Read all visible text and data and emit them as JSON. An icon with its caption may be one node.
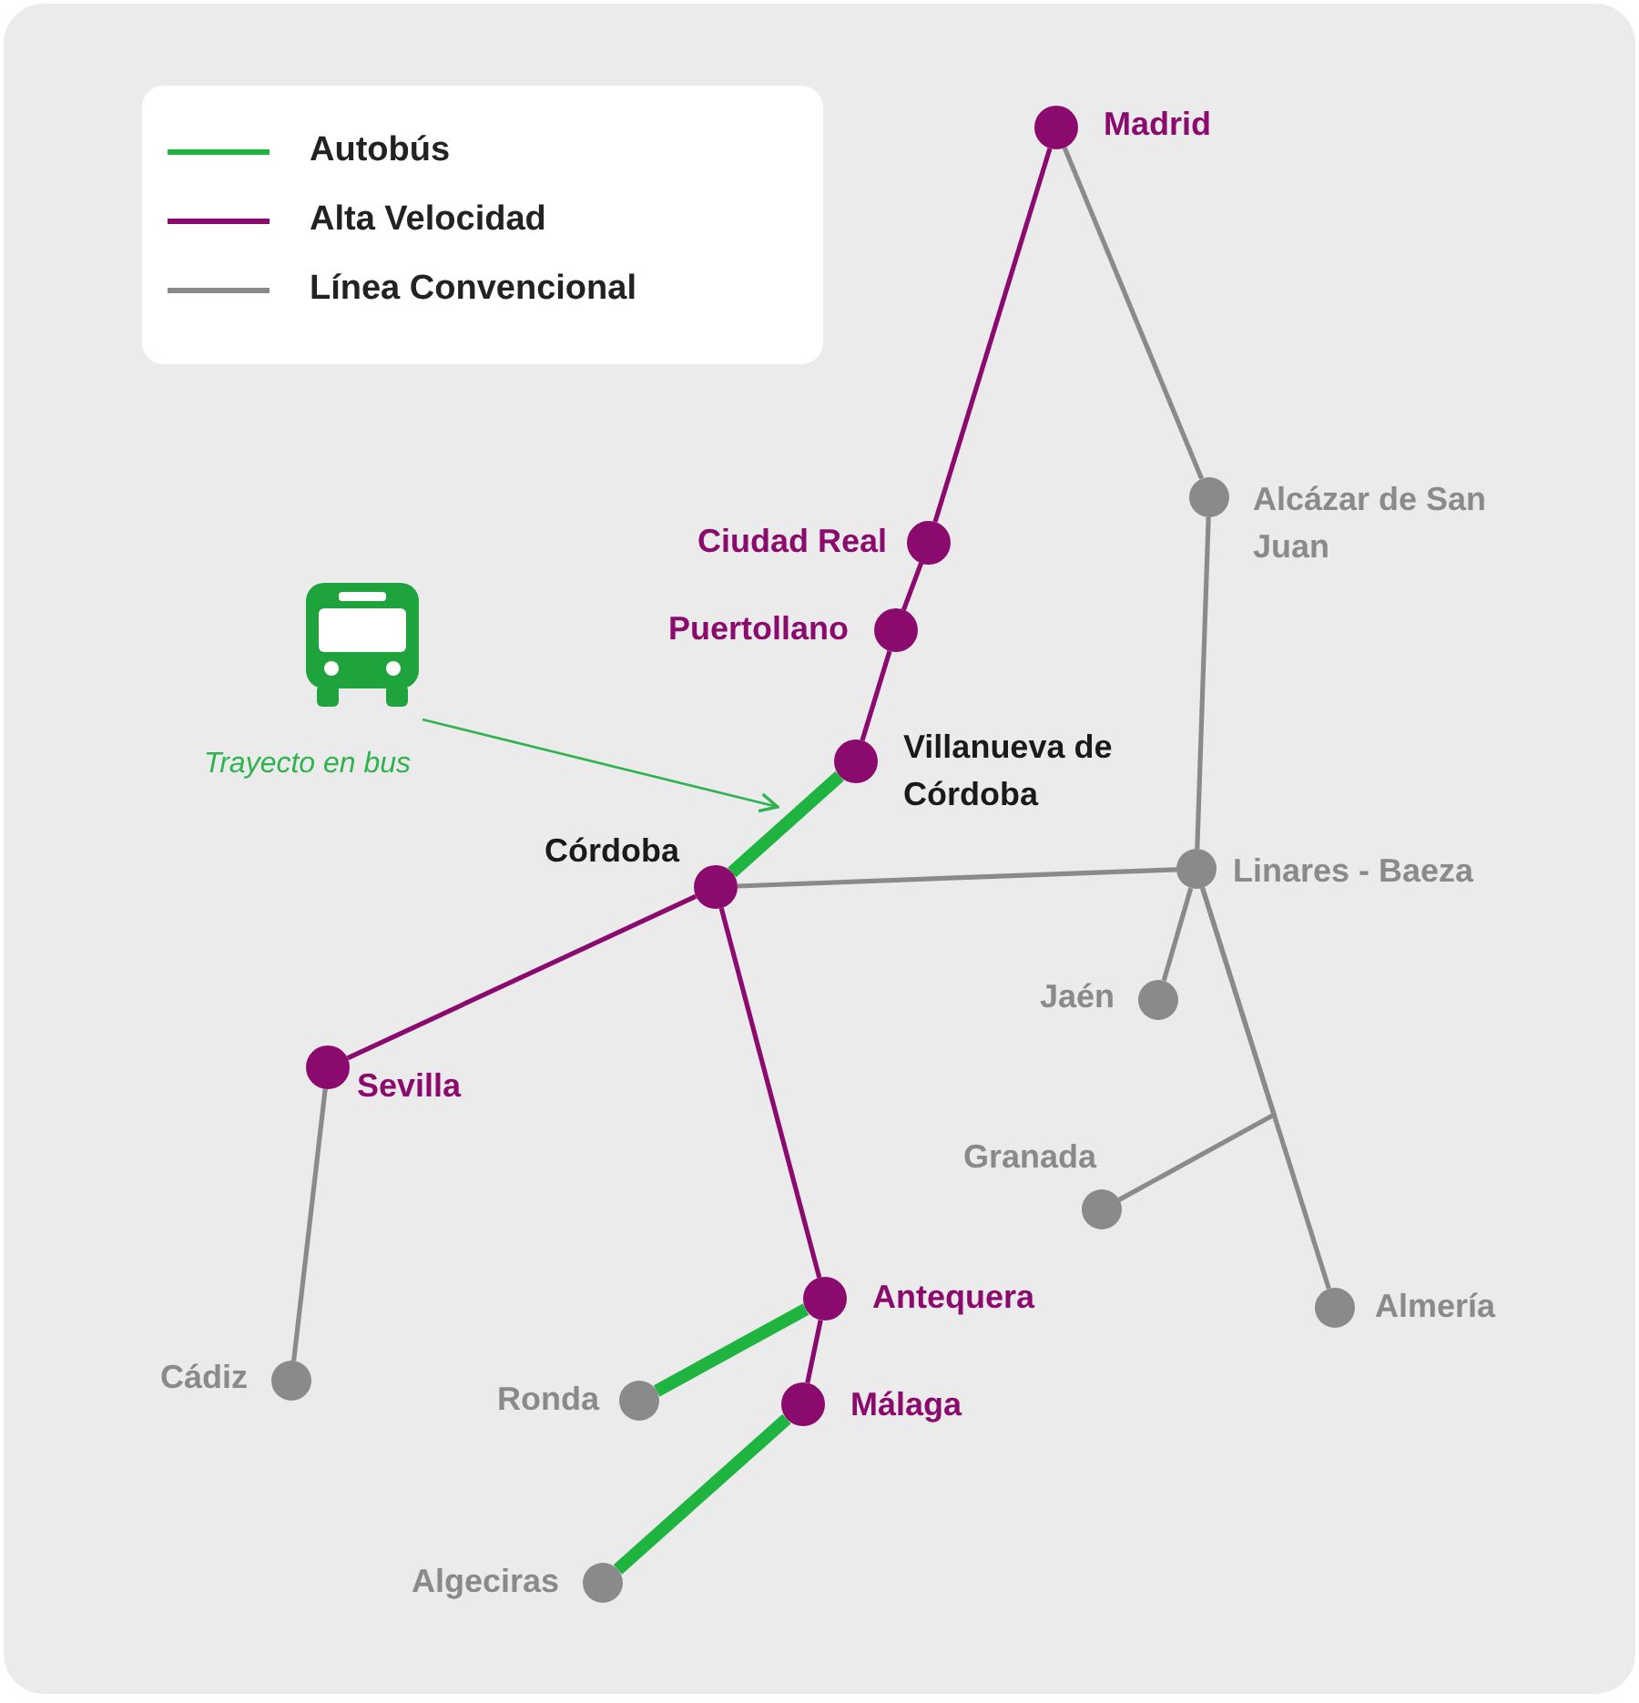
{
  "diagram": {
    "nodes": [
      {
        "text": [],
        "shape": "circle",
        "beside": [
          "Madrid"
        ]
      },
      {
        "text": [],
        "shape": "circle",
        "beside": [
          "Ciudad Real"
        ]
      },
      {
        "text": [],
        "shape": "circle",
        "beside": [
          "Puertollano"
        ]
      },
      {
        "text": [],
        "shape": "circle",
        "beside": [
          "Villanueva de Córdoba"
        ]
      },
      {
        "text": [],
        "shape": "circle",
        "beside": [
          "Alcázar de San Juan"
        ]
      },
      {
        "text": [],
        "shape": "circle",
        "beside": [
          "Córdoba"
        ]
      },
      {
        "text": [],
        "shape": "circle",
        "beside": [
          "Linares - Baeza"
        ]
      },
      {
        "text": [],
        "shape": "circle",
        "beside": [
          "Sevilla"
        ]
      },
      {
        "text": [],
        "shape": "circle",
        "beside": [
          "Jaén"
        ]
      },
      {
        "text": [],
        "shape": "circle",
        "beside": [
          "Granada"
        ]
      },
      {
        "text": [],
        "shape": "circle",
        "beside": [
          "Antequera"
        ]
      },
      {
        "text": [],
        "shape": "circle",
        "beside": [
          "Almería"
        ]
      },
      {
        "text": [],
        "shape": "circle",
        "beside": [
          "Cádiz"
        ]
      },
      {
        "text": [],
        "shape": "circle",
        "beside": [
          "Ronda"
        ]
      },
      {
        "text": [],
        "shape": "circle",
        "beside": [
          "Málaga"
        ]
      },
      {
        "text": [],
        "shape": "circle",
        "beside": [
          "Algeciras"
        ]
      },
      {
        "text": [
          "Trayecto en bus"
        ]
      }
    ],
    "edges": [
      {
        "from": 0,
        "to": 1,
        "arrow": "none",
        "color": "#8a0a6e"
      },
      {
        "from": 1,
        "to": 2,
        "arrow": "none",
        "color": "#8a0a6e"
      },
      {
        "from": 2,
        "to": 3,
        "arrow": "none",
        "color": "#8a0a6e"
      },
      {
        "from": 3,
        "to": 5,
        "arrow": "none",
        "style": "thick",
        "color": "#1fb340"
      },
      {
        "from": 5,
        "to": 7,
        "arrow": "none",
        "color": "#8a0a6e"
      },
      {
        "from": 5,
        "to": 10,
        "arrow": "none",
        "color": "#8a0a6e"
      },
      {
        "from": 10,
        "to": 14,
        "arrow": "none",
        "color": "#8a0a6e"
      },
      {
        "from": 10,
        "to": 13,
        "arrow": "none",
        "style": "thick",
        "color": "#1fb340"
      },
      {
        "from": 14,
        "to": 15,
        "arrow": "none",
        "style": "thick",
        "color": "#1fb340"
      },
      {
        "from": 0,
        "to": 4,
        "arrow": "none"
      },
      {
        "from": 4,
        "to": 6,
        "arrow": "none"
      },
      {
        "from": 5,
        "to": 6,
        "arrow": "none"
      },
      {
        "from": 6,
        "to": 8,
        "arrow": "none"
      },
      {
        "from": 6,
        "to": 11,
        "arrow": "none"
      },
      {
        "from": 6,
        "to": 9,
        "arrow": "none"
      },
      {
        "from": 7,
        "to": 12,
        "arrow": "none"
      },
      {
        "from": 16,
        "to": null,
        "arrow": "to",
        "color": "#2eb34f"
      }
    ],
    "legend": [
      {
        "text": "Autobús"
      },
      {
        "text": "Alta Velocidad"
      },
      {
        "text": "Línea Convencional"
      }
    ]
  }
}
